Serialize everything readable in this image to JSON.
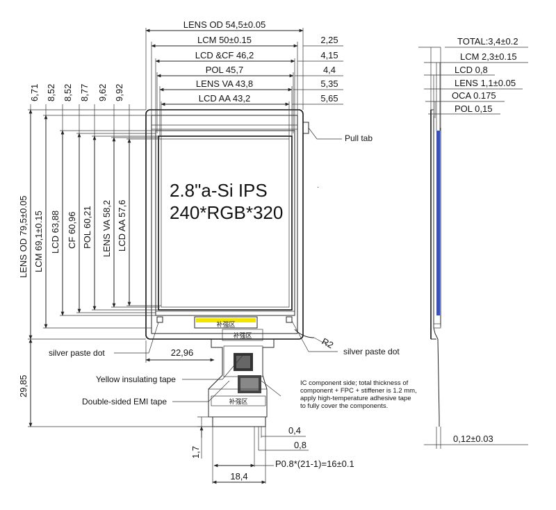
{
  "top_dims": {
    "lens_od": "LENS OD 54,5±0.05",
    "lcm": "LCM 50±0.15",
    "lcd_cf": "LCD &CF 46,2",
    "pol": "POL 45,7",
    "lens_va": "LENS VA 43,8",
    "lcd_aa": "LCD AA 43,2"
  },
  "top_offsets": [
    "2,25",
    "4,15",
    "4,4",
    "5,35",
    "5,65"
  ],
  "left_offsets": [
    "6,71",
    "8,52",
    "8,52",
    "8,77",
    "9,62",
    "9,92"
  ],
  "left_dims": {
    "lens_od": "LENS OD 79,5±0.05",
    "lcm": "LCM 69,1±0.15",
    "lcd": "LCD 63,88",
    "cf": "CF 60,96",
    "pol": "POL 60,21",
    "lens_va": "LENS VA 58,2",
    "lcd_aa": "LCD AA 57,6"
  },
  "screen_text": {
    "line1": "2.8\"a-Si IPS",
    "line2": "240*RGB*320"
  },
  "labels": {
    "pull_tab": "Pull tab",
    "silver_left": "silver paste dot",
    "silver_right": "silver paste dot",
    "yellow_tape": "Yellow insulating tape",
    "emi_tape": "Double-sided EMI tape",
    "radius": "R2",
    "fpc_mark_top": "补强区",
    "fpc_mark_bottom": "补强区",
    "fpc_mark_tail": "补强区"
  },
  "ic_note": [
    "IC component side; total thickness of",
    "component + FPC + stiffener is 1.2 mm,",
    "apply high-temperature adhesive tape",
    "to fully cover the components."
  ],
  "bottom_dims": {
    "d22": "22,96",
    "d29": "29,85",
    "d17": "1,7",
    "d04": "0,4",
    "d08": "0,8",
    "pitch": "P0.8*(21-1)=16±0.1",
    "d18": "18,4"
  },
  "side_dims": {
    "total": "TOTAL:3,4±0.2",
    "lcm": "LCM 2,3±0.15",
    "lcd": "LCD 0,8",
    "lens": "LENS 1,1±0.05",
    "oca": "OCA 0.175",
    "pol": "POL 0,15",
    "fpc": "0,12±0.03"
  },
  "colors": {
    "yellow_tape": "#f2e600",
    "side_blue": "#3a4fb8",
    "line": "#222222"
  }
}
